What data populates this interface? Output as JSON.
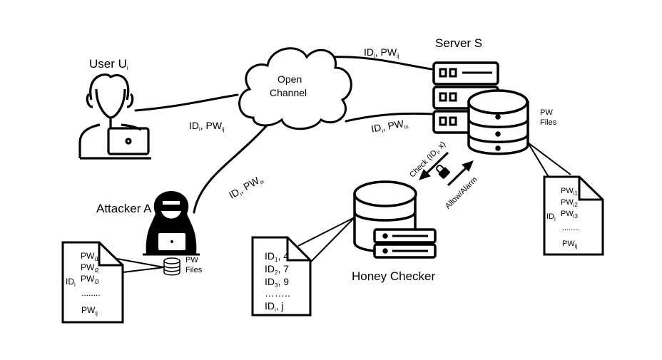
{
  "actors": {
    "user": {
      "name": "User U",
      "sub": "i"
    },
    "attacker": {
      "name": "Attacker A"
    },
    "server": {
      "name": "Server S"
    },
    "honey_checker": {
      "name": "Honey Checker"
    }
  },
  "cloud": {
    "line1": "Open",
    "line2": "Channel"
  },
  "edges": {
    "user_to_cloud": {
      "a": "ID",
      "a_sub": "i",
      "b": ", PW",
      "b_sub": "ij"
    },
    "cloud_to_server_top": {
      "a": "ID",
      "a_sub": "i",
      "b": ", PW",
      "b_sub": "ij"
    },
    "server_to_cloud_bottom": {
      "a": "ID",
      "a_sub": "i",
      "b": ", PW",
      "b_sub": "ix"
    },
    "attacker_to_cloud": {
      "a": "ID",
      "a_sub": "i",
      "b": ", PW",
      "b_sub": "ix"
    },
    "check": {
      "text": "Check (ID",
      "sub": "i",
      "tail": ", x)"
    },
    "allow": {
      "text": "Allow/Alarm"
    }
  },
  "pw_files_label": {
    "line1": "PW",
    "line2": "Files"
  },
  "server_file": {
    "id": "ID",
    "id_sub": "i",
    "rows": [
      {
        "pw": "PW",
        "sub": "i1"
      },
      {
        "pw": "PW",
        "sub": "i2"
      },
      {
        "pw": "PW",
        "sub": "i3"
      }
    ],
    "dots": "........",
    "last": {
      "pw": "PW",
      "sub": "ij"
    }
  },
  "attacker_file": {
    "id": "ID",
    "id_sub": "i",
    "rows": [
      {
        "pw": "PW",
        "sub": "i1"
      },
      {
        "pw": "PW",
        "sub": "i2"
      },
      {
        "pw": "PW",
        "sub": "i3"
      }
    ],
    "dots": "........",
    "last": {
      "pw": "PW",
      "sub": "ij"
    }
  },
  "honey_file": {
    "rows": [
      {
        "id": "ID",
        "sub": "1",
        "val": ", 4"
      },
      {
        "id": "ID",
        "sub": "2",
        "val": ", 7"
      },
      {
        "id": "ID",
        "sub": "3",
        "val": ", 9"
      }
    ],
    "dots": "……..",
    "last": {
      "id": "ID",
      "sub": "i",
      "val": ", j"
    }
  },
  "colors": {
    "stroke": "#000000",
    "background": "#ffffff"
  }
}
